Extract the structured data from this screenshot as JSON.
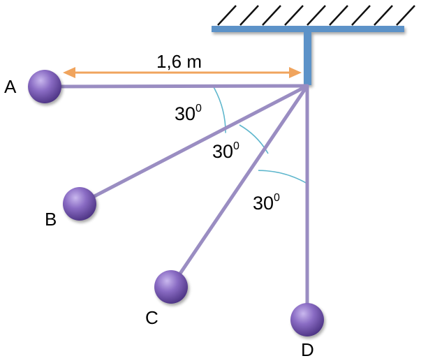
{
  "length_label": "1,6 m",
  "angles": [
    {
      "value": "30",
      "exponent": "0"
    },
    {
      "value": "30",
      "exponent": "0"
    },
    {
      "value": "30",
      "exponent": "0"
    }
  ],
  "pendulums": [
    {
      "label": "A",
      "angle_from_vertical_deg": 90
    },
    {
      "label": "B",
      "angle_from_vertical_deg": 60
    },
    {
      "label": "C",
      "angle_from_vertical_deg": 30
    },
    {
      "label": "D",
      "angle_from_vertical_deg": 0
    }
  ],
  "colors": {
    "string": "#9a8dc2",
    "ball": "#7d5fb4",
    "support": "#5b92c8",
    "dimension_arrow": "#f0a45d",
    "angle_arc": "#5fb7cd",
    "hatch": "#111111"
  }
}
